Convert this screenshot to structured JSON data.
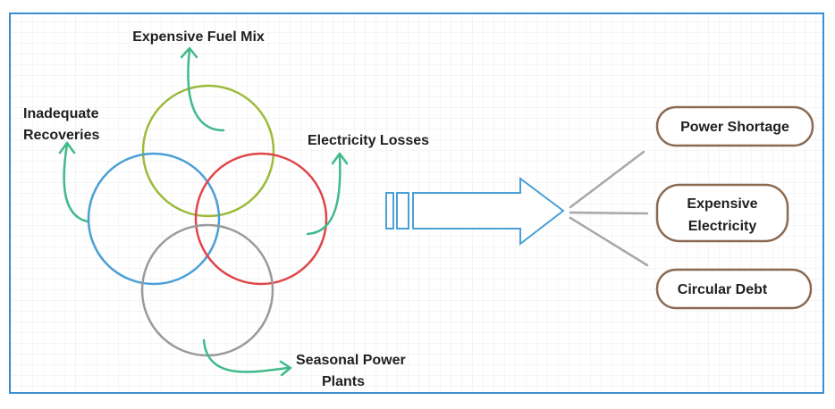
{
  "colors": {
    "frame": "#3b8fd0",
    "grid": "#e6e6e6",
    "green_circle": "#9bbb3a",
    "blue_circle": "#4a9fd6",
    "red_circle": "#e0464a",
    "gray_circle": "#9a9a9a",
    "arrow_green": "#3fba8a",
    "big_arrow": "#4a9fd6",
    "connector": "#a8a8a8",
    "outcome_border": "#8b6a52"
  },
  "causes": {
    "fuel_mix": "Expensive Fuel Mix",
    "recoveries_line1": "Inadequate",
    "recoveries_line2": "Recoveries",
    "losses": "Electricity Losses",
    "seasonal_line1": "Seasonal Power",
    "seasonal_line2": "Plants"
  },
  "outcomes": {
    "power_shortage": "Power Shortage",
    "expensive_line1": "Expensive",
    "expensive_line2": "Electricity",
    "circular_debt": "Circular Debt"
  }
}
